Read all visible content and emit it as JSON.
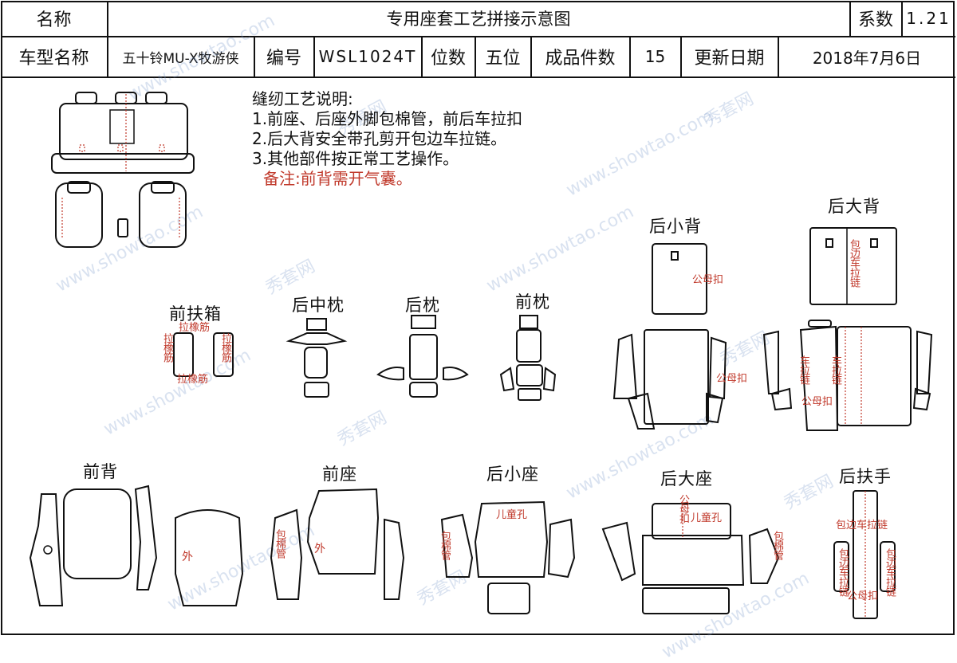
{
  "header": {
    "name_label": "名称",
    "title": "专用座套工艺拼接示意图",
    "coef_label": "系数",
    "coef_value": "1.21",
    "model_label": "车型名称",
    "model_value": "五十铃MU-X牧游侠",
    "code_label": "编号",
    "code_value": "WSL1024T",
    "seats_label": "位数",
    "seats_value": "五位",
    "pieces_label": "成品件数",
    "pieces_value": "15",
    "date_label": "更新日期",
    "date_value": "2018年7月6日"
  },
  "instructions": {
    "heading": "缝纫工艺说明:",
    "items": [
      "1.前座、后座外脚包棉管，前后车拉扣",
      "2.后大背安全带孔剪开包边车拉链。",
      "3.其他部件按正常工艺操作。"
    ],
    "note": "备注:前背需开气囊。"
  },
  "sections": {
    "front_armrest_box": "前扶箱",
    "rear_middle_headrest": "后中枕",
    "rear_headrest": "后枕",
    "front_headrest": "前枕",
    "rear_small_back": "后小背",
    "rear_large_back": "后大背",
    "front_back": "前背",
    "front_seat": "前座",
    "rear_small_seat": "后小座",
    "rear_large_seat": "后大座",
    "rear_armrest": "后扶手"
  },
  "labels": {
    "elastic_rib": "拉橡筋",
    "snap_button": "公母扣",
    "zipper": "车拉链",
    "edge_zipper": "包边车拉链",
    "outer": "外",
    "cotton_pipe": "包棉管",
    "child_hole": "儿童孔"
  },
  "watermark": {
    "brand_cn": "秀套网",
    "brand_url": "www.showtao.com"
  },
  "colors": {
    "line": "#111111",
    "annotation": "#c0392b",
    "watermark": "#7896c8"
  }
}
